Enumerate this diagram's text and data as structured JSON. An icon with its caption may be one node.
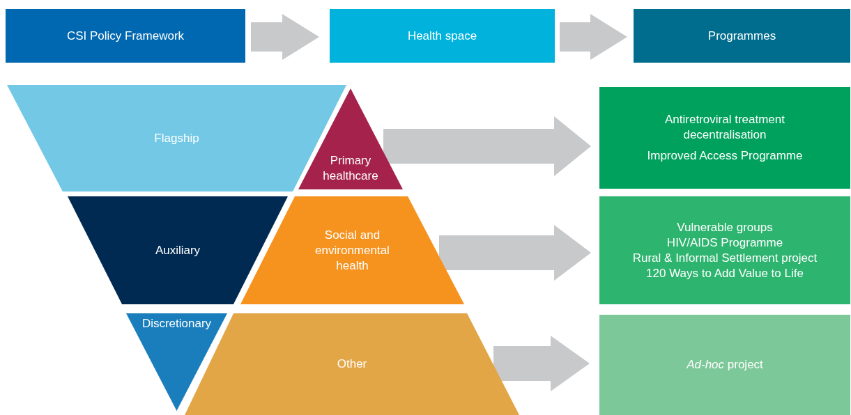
{
  "diagram": {
    "nodes": [
      {
        "text": [
          "CSI Policy Framework"
        ]
      },
      {
        "text": [
          "Health space"
        ]
      },
      {
        "text": [
          "Programmes"
        ]
      },
      {
        "text": [
          "Flagship"
        ]
      },
      {
        "text": [
          "Primary healthcare"
        ]
      },
      {
        "text": [
          "Auxiliary"
        ]
      },
      {
        "text": [
          "Social and environmental health"
        ]
      },
      {
        "text": [
          "Discretionary"
        ]
      },
      {
        "text": [
          "Other"
        ]
      },
      {
        "text": [
          "Antiretroviral treatment decentralisation",
          "Improved Access Programme"
        ]
      },
      {
        "text": [
          "Vulnerable groups",
          "HIV/AIDS Programme",
          "Rural & Informal Settlement project",
          "120 Ways to Add Value to Life"
        ]
      },
      {
        "text": [
          "*Ad-hoc* project"
        ]
      }
    ],
    "edges": [
      {
        "from": 0,
        "to": 1,
        "arrow": "to"
      },
      {
        "from": 1,
        "to": 2,
        "arrow": "to"
      },
      {
        "from": 4,
        "to": 9,
        "arrow": "to"
      },
      {
        "from": 6,
        "to": 10,
        "arrow": "to"
      },
      {
        "from": 8,
        "to": 11,
        "arrow": "to"
      }
    ]
  }
}
